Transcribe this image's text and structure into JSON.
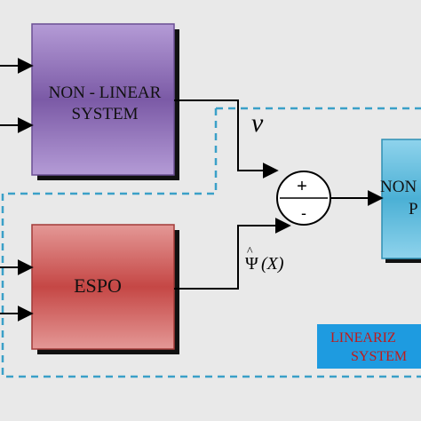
{
  "blocks": {
    "nonlinear": {
      "line1": "NON - LINEAR",
      "line2": "SYSTEM"
    },
    "espo": {
      "label": "ESPO"
    },
    "nonlinear_plant_partial": {
      "line1": "NON",
      "line2": "P"
    }
  },
  "sum_junction": {
    "plus": "+",
    "minus": "-"
  },
  "signals": {
    "v": "v",
    "psi_hat": "Ψ",
    "psi_arg": "(X)"
  },
  "linearized_label": {
    "line1": "LINEARIZ",
    "line2": "SYSTEM"
  },
  "colors": {
    "background": "#e9e9e9",
    "nonlinear_block": "#8a6bb3",
    "espo_block": "#c9504d",
    "plant_block": "#56b6d6",
    "dashed_border": "#3aa0c8",
    "label_box": "#1e9be0",
    "label_text": "#c01a1a"
  }
}
